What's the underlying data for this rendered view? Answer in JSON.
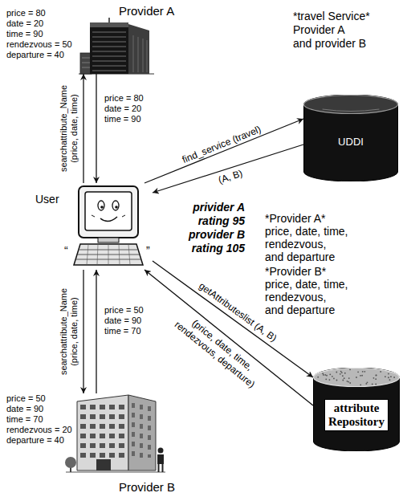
{
  "diagram": {
    "nodes": [
      {
        "text": [
          "Provider A"
        ]
      },
      {
        "text": [
          "*travel Service* Provider A and provider B",
          "UDDI"
        ]
      },
      {
        "text": [
          "User"
        ]
      },
      {
        "text": [
          "*Provider A* price, date, time, rendezvous, and departure",
          "*Provider B* price, date, time, rendezvous, and departure",
          "attribute Repository"
        ]
      },
      {
        "text": [
          "Provider B"
        ]
      }
    ],
    "edges": [
      {
        "from": 2,
        "to": 0,
        "arrow": "to",
        "label": "searchattribute_Name (price, date, time)"
      },
      {
        "from": 0,
        "to": 2,
        "arrow": "to",
        "label": "price = 80 date = 20 time = 90"
      },
      {
        "from": 2,
        "to": 1,
        "arrow": "to",
        "label": "find_service (travel)"
      },
      {
        "from": 1,
        "to": 2,
        "arrow": "to",
        "label": "(A, B)"
      },
      {
        "from": 2,
        "to": 3,
        "arrow": "to",
        "label": "getAttributeslist (A, B)"
      },
      {
        "from": 3,
        "to": 2,
        "arrow": "to",
        "label": "(price, date, time, rendezvous, departure)"
      },
      {
        "from": 2,
        "to": 4,
        "arrow": "to",
        "label": "searchattribute_Name (price, date, time)"
      },
      {
        "from": 4,
        "to": 2,
        "arrow": "to",
        "label": "price = 50 date = 90 time = 70"
      }
    ],
    "labels": [
      "price = 80 date = 20 time = 90 rendezvous = 50 departure = 40",
      "privider A rating 95 provider B rating 105",
      "“",
      "”",
      "price = 50 date = 90 time = 70 rendezvous = 20 departure = 40"
    ]
  }
}
